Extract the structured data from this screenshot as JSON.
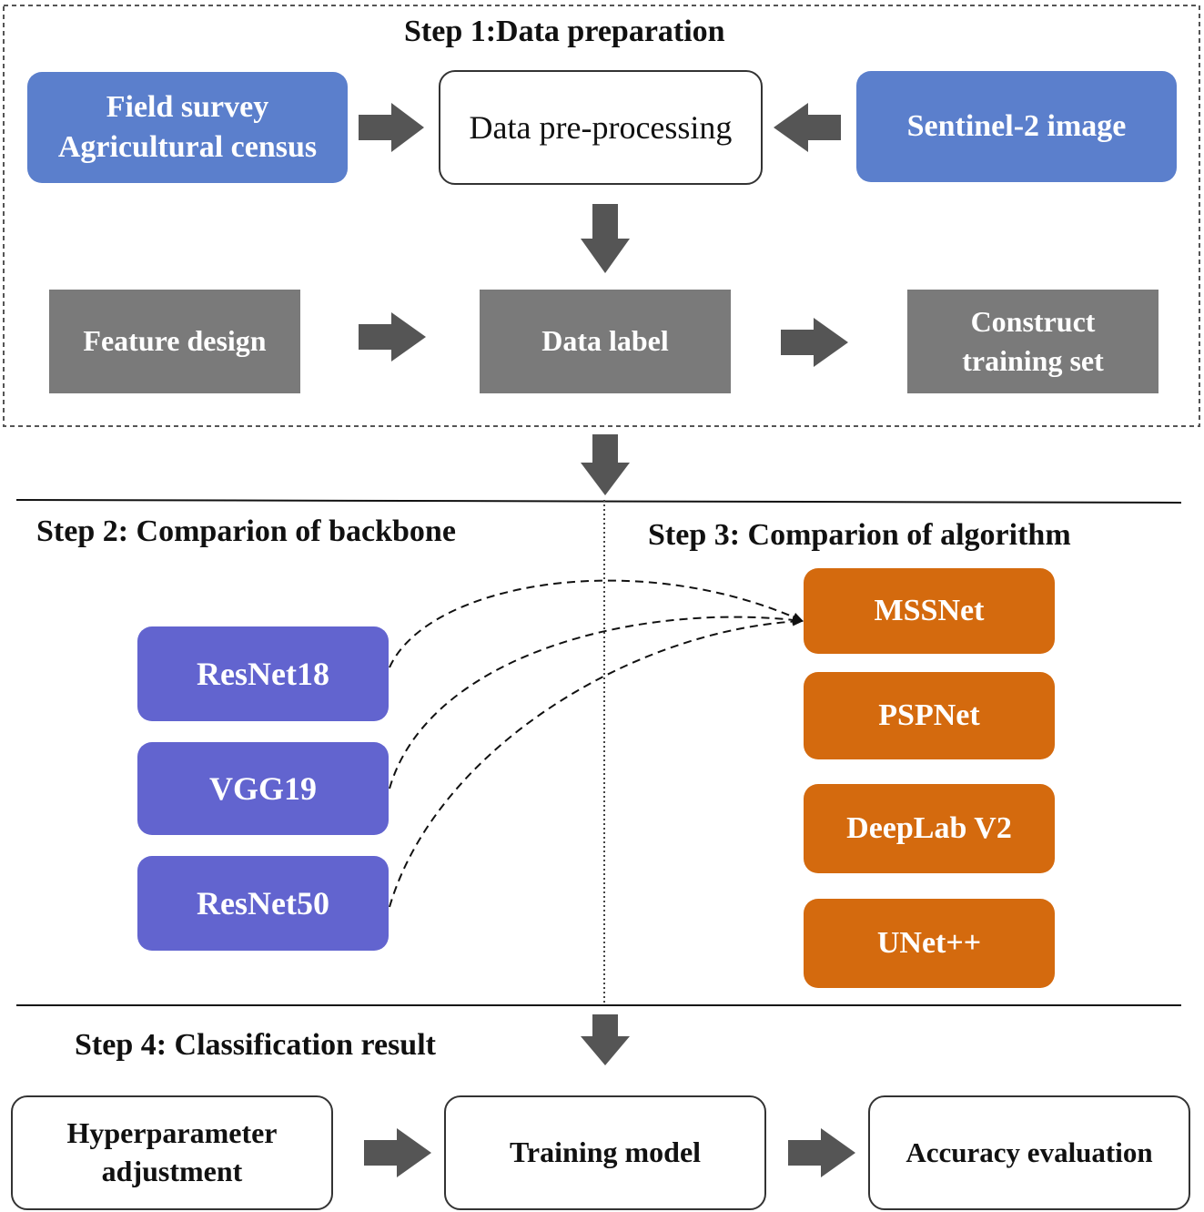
{
  "step1": {
    "title": "Step 1:Data preparation",
    "field_survey": "Field survey",
    "agricultural_census": "Agricultural census",
    "data_preprocessing": "Data pre-processing",
    "sentinel_image": "Sentinel-2 image",
    "feature_design": "Feature design",
    "data_label": "Data label",
    "construct": "Construct",
    "training_set": "training set"
  },
  "step2": {
    "title": "Step 2: Comparion of backbone",
    "backbones": [
      "ResNet18",
      "VGG19",
      "ResNet50"
    ]
  },
  "step3": {
    "title": "Step 3: Comparion of algorithm",
    "algorithms": [
      "MSSNet",
      "PSPNet",
      "DeepLab V2",
      "UNet++"
    ]
  },
  "step4": {
    "title": "Step 4: Classification result",
    "hyperparameter": "Hyperparameter",
    "adjustment": "adjustment",
    "training_model": "Training model",
    "accuracy_evaluation": "Accuracy evaluation"
  },
  "colors": {
    "input_blue": "#5b7fcc",
    "process_gray": "#7a7a7a",
    "backbone_purple": "#6264cf",
    "algorithm_orange": "#d46a0e",
    "arrow_gray": "#555555"
  }
}
